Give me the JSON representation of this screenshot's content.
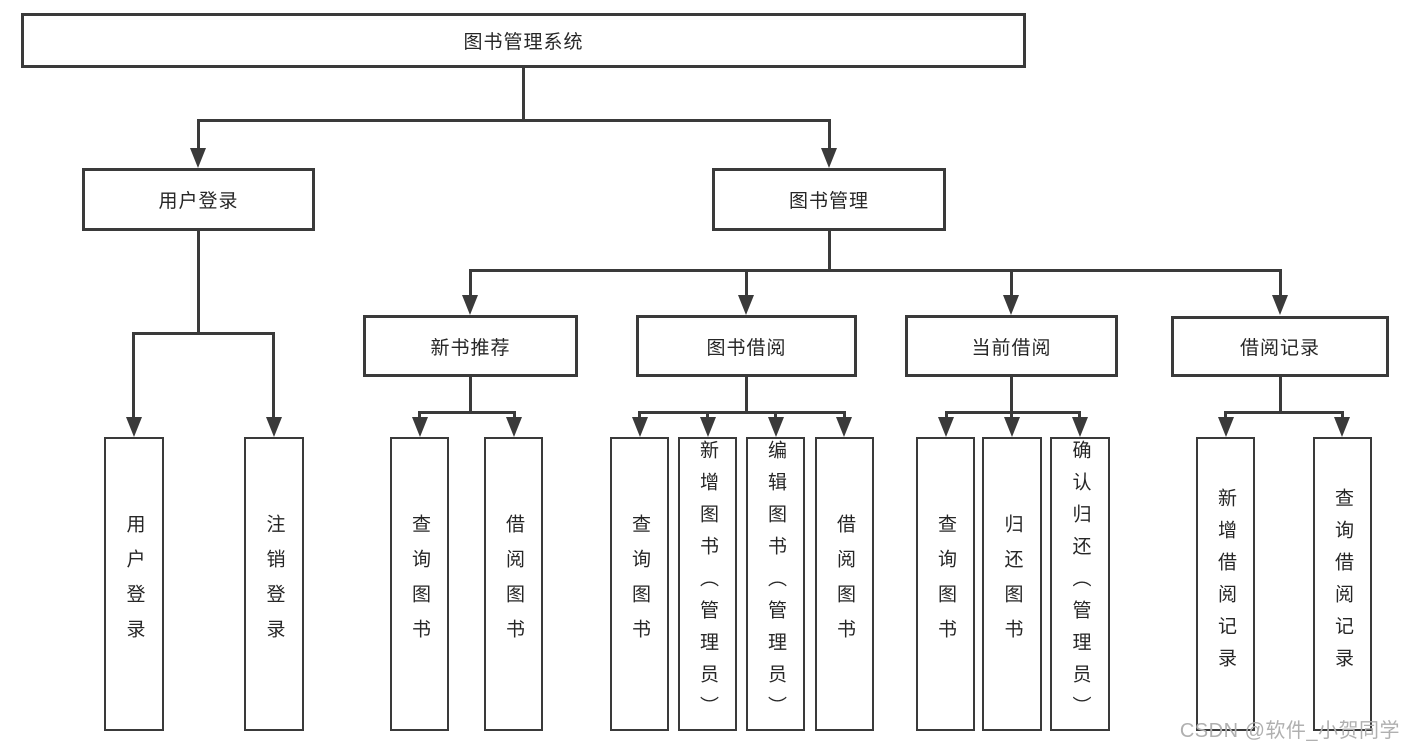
{
  "diagram": {
    "root": {
      "label": "图书管理系统"
    },
    "level2": [
      {
        "id": "user-login",
        "label": "用户登录"
      },
      {
        "id": "book-management",
        "label": "图书管理"
      }
    ],
    "level3": [
      {
        "id": "new-book-recommend",
        "label": "新书推荐"
      },
      {
        "id": "book-borrowing",
        "label": "图书借阅"
      },
      {
        "id": "current-borrowing",
        "label": "当前借阅"
      },
      {
        "id": "borrowing-records",
        "label": "借阅记录"
      }
    ],
    "leaves": [
      {
        "id": "user-login-leaf",
        "label": "用户登录"
      },
      {
        "id": "logout-leaf",
        "label": "注销登录"
      },
      {
        "id": "query-books-recommend",
        "label": "查询图书"
      },
      {
        "id": "borrow-books-recommend",
        "label": "借阅图书"
      },
      {
        "id": "query-books-borrowing",
        "label": "查询图书"
      },
      {
        "id": "add-books-admin",
        "label": "新增图书（管理员）"
      },
      {
        "id": "edit-books-admin",
        "label": "编辑图书（管理员）"
      },
      {
        "id": "borrow-books-borrowing",
        "label": "借阅图书"
      },
      {
        "id": "query-books-current",
        "label": "查询图书"
      },
      {
        "id": "return-books",
        "label": "归还图书"
      },
      {
        "id": "confirm-return-admin",
        "label": "确认归还（管理员）"
      },
      {
        "id": "add-borrow-record",
        "label": "新增借阅记录"
      },
      {
        "id": "query-borrow-record",
        "label": "查询借阅记录"
      }
    ],
    "watermark": "CSDN @软件_小贺同学",
    "colors": {
      "line": "#3a3a3a",
      "text": "#262626",
      "watermark": "#b0b0b0",
      "background": "#ffffff"
    }
  }
}
